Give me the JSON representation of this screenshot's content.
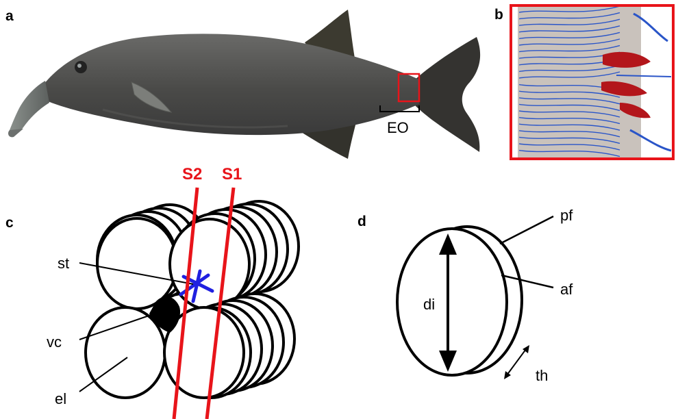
{
  "panels": {
    "a": {
      "letter": "a",
      "marker_label": "EO"
    },
    "b": {
      "letter": "b"
    },
    "c": {
      "letter": "c",
      "sections": [
        {
          "label": "S2"
        },
        {
          "label": "S1"
        }
      ],
      "labels": {
        "stalk": "st",
        "vascular_cavity": "vc",
        "electrocyte": "el"
      }
    },
    "d": {
      "letter": "d",
      "labels": {
        "posterior_face": "pf",
        "anterior_face": "af",
        "diameter": "di",
        "thickness": "th"
      }
    }
  },
  "colors": {
    "section_lines": "#e8141a",
    "stalk": "#2020e0",
    "box": "#e8141a",
    "histology_tissue": "#c9c2bc",
    "histology_stain_blue": "#2a55c8",
    "histology_stain_red": "#b3161b",
    "fish_body": "#4a4a4a"
  }
}
